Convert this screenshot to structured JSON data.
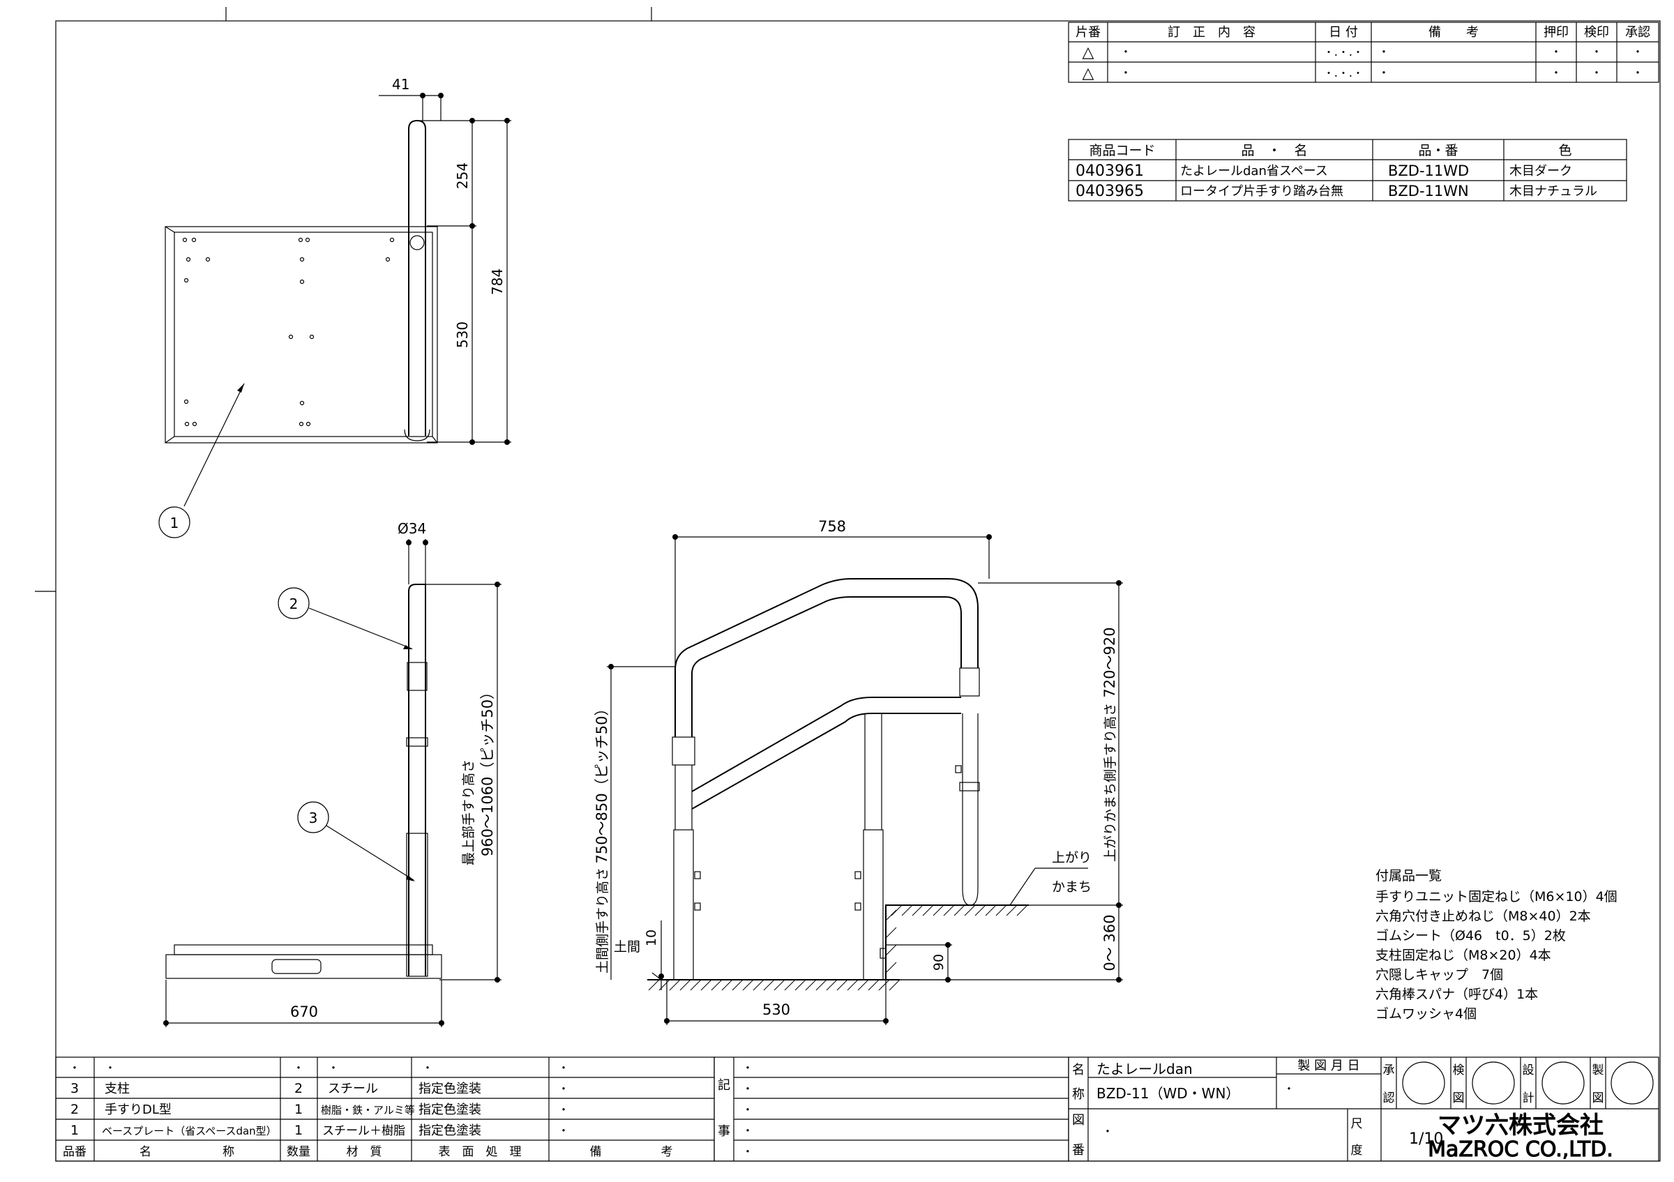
{
  "revision_table": {
    "headers": [
      "片番",
      "訂　正　内　容",
      "日 付",
      "備　　考",
      "押印",
      "検印",
      "承認"
    ],
    "rows": [
      {
        "mark": "△",
        "content": "・",
        "date": "・．・．・",
        "note": "・",
        "c1": "・",
        "c2": "・",
        "c3": "・"
      },
      {
        "mark": "△",
        "content": "・",
        "date": "・．・．・",
        "note": "・",
        "c1": "・",
        "c2": "・",
        "c3": "・"
      }
    ]
  },
  "product_table": {
    "headers": [
      "商品コード",
      "品　・　名",
      "品・番",
      "色"
    ],
    "rows": [
      {
        "code": "0403961",
        "name": "たよレールdan省スペース",
        "part": "BZD-11WD",
        "color": "木目ダーク"
      },
      {
        "code": "0403965",
        "name": "ロータイプ片手すり踏み台無",
        "part": "BZD-11WN",
        "color": "木目ナチュラル"
      }
    ]
  },
  "dimensions": {
    "d41": "41",
    "d254": "254",
    "d784": "784",
    "d530v": "530",
    "d34": "Ø34",
    "d960": "960〜1060（ピッチ50）",
    "d960_label": "最上部手すり高さ",
    "d670": "670",
    "d758": "758",
    "d750": "750〜850（ピッチ50）",
    "d750_label": "土間側手すり高さ",
    "d720": "720〜920",
    "d720_label": "上がりかまち側手すり高さ",
    "d530h": "530",
    "d10": "10",
    "d90": "90",
    "d360": "0〜 360",
    "doma": "土間",
    "agari": "上がり",
    "kamachi": "かまち"
  },
  "balloons": [
    "1",
    "2",
    "3"
  ],
  "accessories": {
    "title": "付属品一覧",
    "items": [
      "手すりユニット固定ねじ（M6×10）4個",
      "六角穴付き止めねじ（M8×40）2本",
      "ゴムシート（Ø46　t0．5）2枚",
      "支柱固定ねじ（M8×20）4本",
      "穴隠しキャップ　7個",
      "六角棒スパナ（呼び4）1本",
      "ゴムワッシャ4個"
    ]
  },
  "parts_list": {
    "rows": [
      {
        "no": "・",
        "name": "・",
        "qty": "・",
        "material": "・",
        "finish": "・",
        "note": "・"
      },
      {
        "no": "3",
        "name": "支柱",
        "qty": "2",
        "material": "スチール",
        "finish": "指定色塗装",
        "note": "・"
      },
      {
        "no": "2",
        "name": "手すりDL型",
        "qty": "1",
        "material": "樹脂・鉄・アルミ等",
        "finish": "指定色塗装",
        "note": "・"
      },
      {
        "no": "1",
        "name": "ベースプレート（省スペースdan型）",
        "qty": "1",
        "material": "スチール＋樹脂",
        "finish": "指定色塗装",
        "note": "・"
      }
    ],
    "header": {
      "no": "品番",
      "name": "名　　　　　　称",
      "qty": "数量",
      "material": "材　質",
      "finish": "表　面　処　理",
      "note": "備　　　　　考"
    }
  },
  "notes_block": {
    "label_ki": "記",
    "label_ji": "事",
    "lines": [
      "・",
      "・",
      "・",
      "・",
      "・"
    ]
  },
  "title_block": {
    "label_na": "名",
    "label_sho": "称",
    "label_zu": "図",
    "label_ban": "番",
    "name1": "たよレールdan",
    "name2": "BZD-11（WD・WN）",
    "drawing_no": "・",
    "made_date_label": "製 図 月 日",
    "made_date": "・",
    "scale_label1": "尺",
    "scale_label2": "度",
    "scale": "1/10",
    "approve": [
      "承",
      "認"
    ],
    "check": [
      "検",
      "図"
    ],
    "design": [
      "設",
      "計"
    ],
    "draw": [
      "製",
      "図"
    ],
    "company1": "マツ六株式会社",
    "company2": "MaZROC CO.,LTD."
  }
}
